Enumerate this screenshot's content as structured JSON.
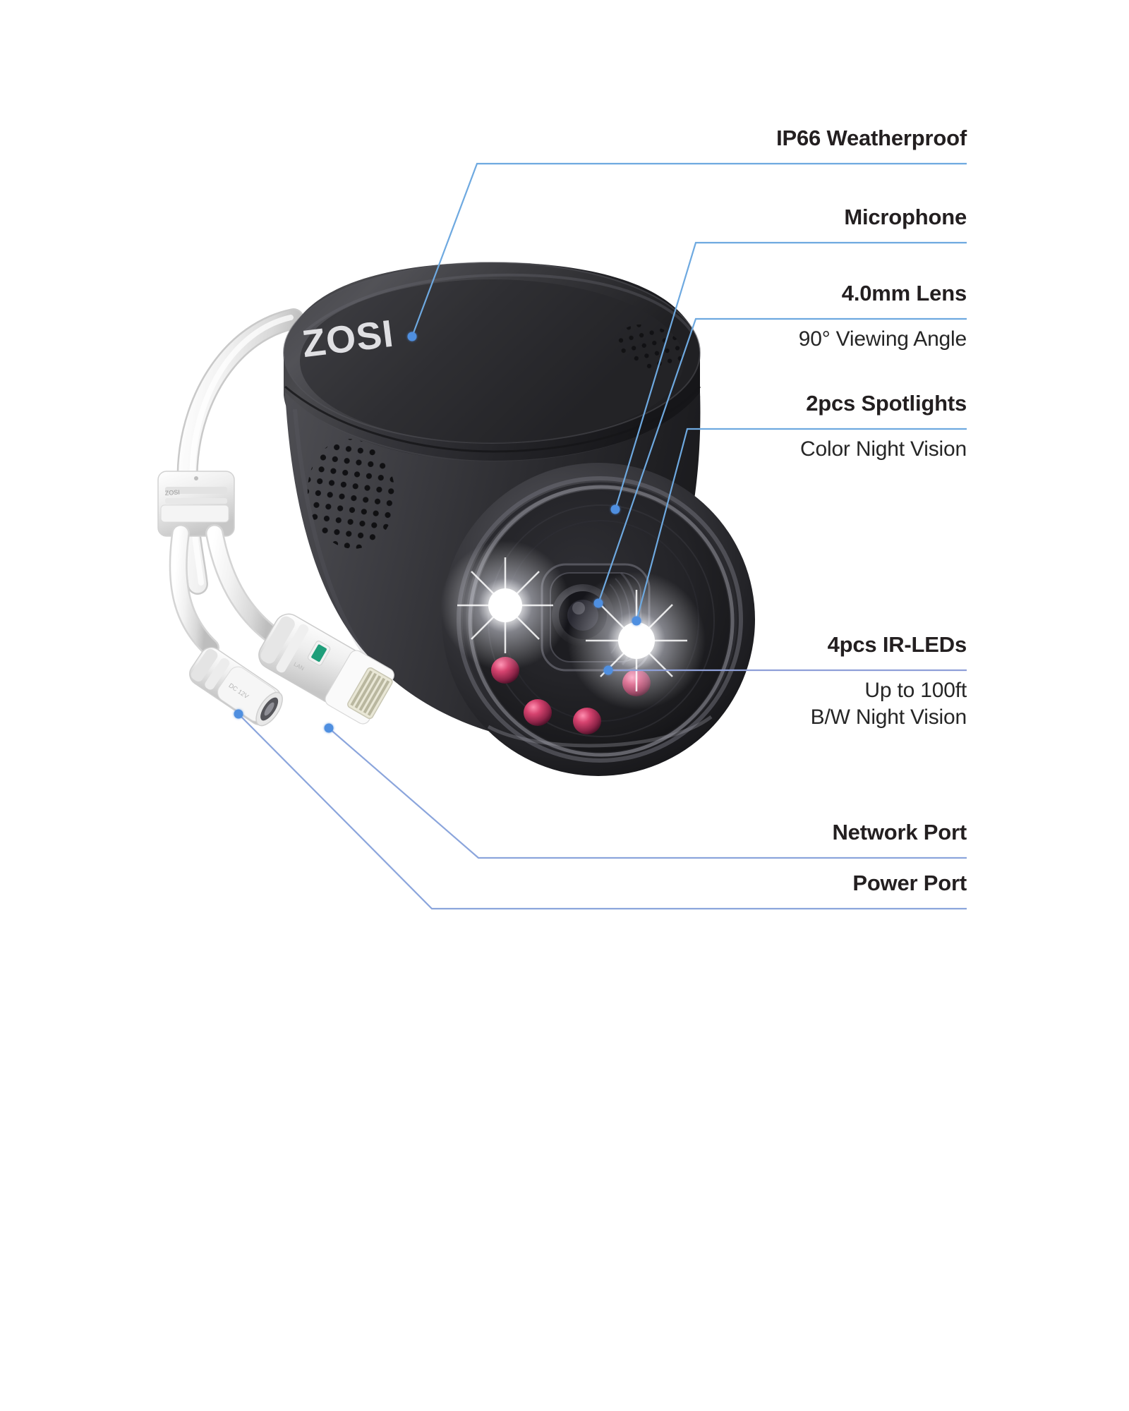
{
  "product": {
    "brand": "ZOSI",
    "type": "turret-security-camera",
    "body_color": "#2b2b2d"
  },
  "accent": {
    "leader_blue": "#6ea9e0",
    "leader_violet": "#9a9ad8",
    "dot_blue": "#4f8fe0",
    "text_dark": "#231f20"
  },
  "callouts": [
    {
      "id": "ip66",
      "title": "IP66 Weatherproof",
      "sub": "",
      "anchor": "camera-housing-top"
    },
    {
      "id": "microphone",
      "title": "Microphone",
      "sub": "",
      "anchor": "microphone-grille"
    },
    {
      "id": "lens",
      "title": "4.0mm Lens",
      "sub": "90° Viewing Angle",
      "anchor": "lens-center"
    },
    {
      "id": "spotlights",
      "title": "2pcs Spotlights",
      "sub": "Color Night Vision",
      "anchor": "spotlight-right"
    },
    {
      "id": "irleds",
      "title": "4pcs IR-LEDs",
      "sub": "Up to 100ft",
      "sub2": "B/W Night Vision",
      "anchor": "ir-led-right"
    },
    {
      "id": "network-port",
      "title": "Network Port",
      "sub": "",
      "anchor": "rj45-connector"
    },
    {
      "id": "power-port",
      "title": "Power Port",
      "sub": "",
      "anchor": "barrel-connector"
    }
  ]
}
